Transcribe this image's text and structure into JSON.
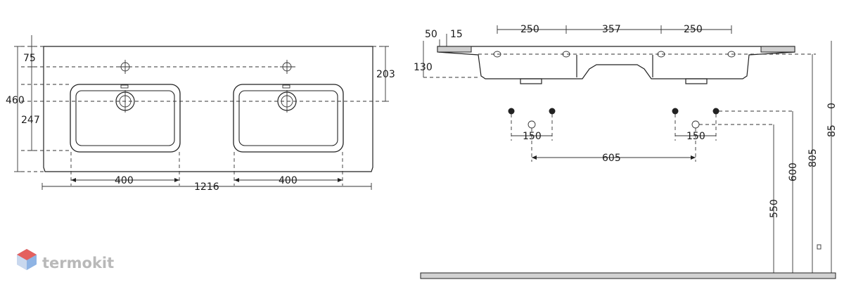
{
  "watermark": {
    "text": "termokit"
  },
  "top_view": {
    "overall_width": "1216",
    "basin_width_left": "400",
    "basin_width_right": "400",
    "depth": "460",
    "tap_offset": "75",
    "waste_offset": "247",
    "waste_from_back": "203"
  },
  "side_view": {
    "edge_a": "50",
    "edge_b": "15",
    "spacing_left": "250",
    "spacing_mid": "357",
    "spacing_right": "250",
    "height": "130",
    "pipe_spacing_left": "150",
    "pipe_spacing_right": "150",
    "trap_spacing": "605",
    "h_550": "550",
    "h_600": "600",
    "h_805": "805",
    "h_850": "85",
    "h_top": "0"
  },
  "colors": {
    "line": "#222222",
    "watermark": "#b9b9b9",
    "logo_red": "#e4605e",
    "logo_blue": "#8fb4e4"
  }
}
